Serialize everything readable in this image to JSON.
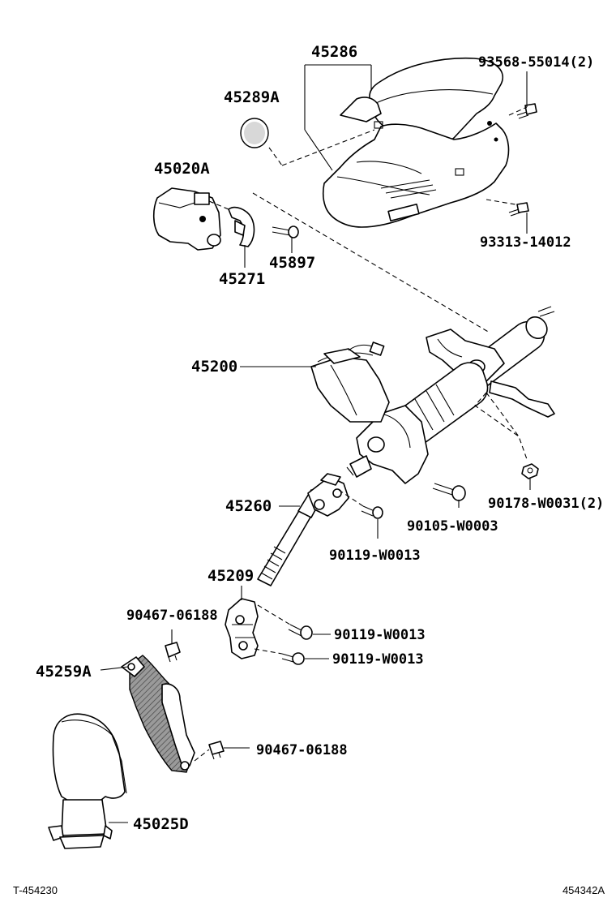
{
  "diagram": {
    "labels": {
      "p45286": "45286",
      "p93568": "93568-55014(2)",
      "p45289A": "45289A",
      "p45020A": "45020A",
      "p93313": "93313-14012",
      "p45897": "45897",
      "p45271": "45271",
      "p45200": "45200",
      "p45260": "45260",
      "p90105": "90105-W0003",
      "p90178": "90178-W0031(2)",
      "p90119a": "90119-W0013",
      "p45209": "45209",
      "p90467a": "90467-06188",
      "p90119b": "90119-W0013",
      "p90119c": "90119-W0013",
      "p45259A": "45259A",
      "p90467b": "90467-06188",
      "p45025D": "45025D"
    },
    "footer": {
      "left": "T-454230",
      "right": "454342A"
    }
  }
}
